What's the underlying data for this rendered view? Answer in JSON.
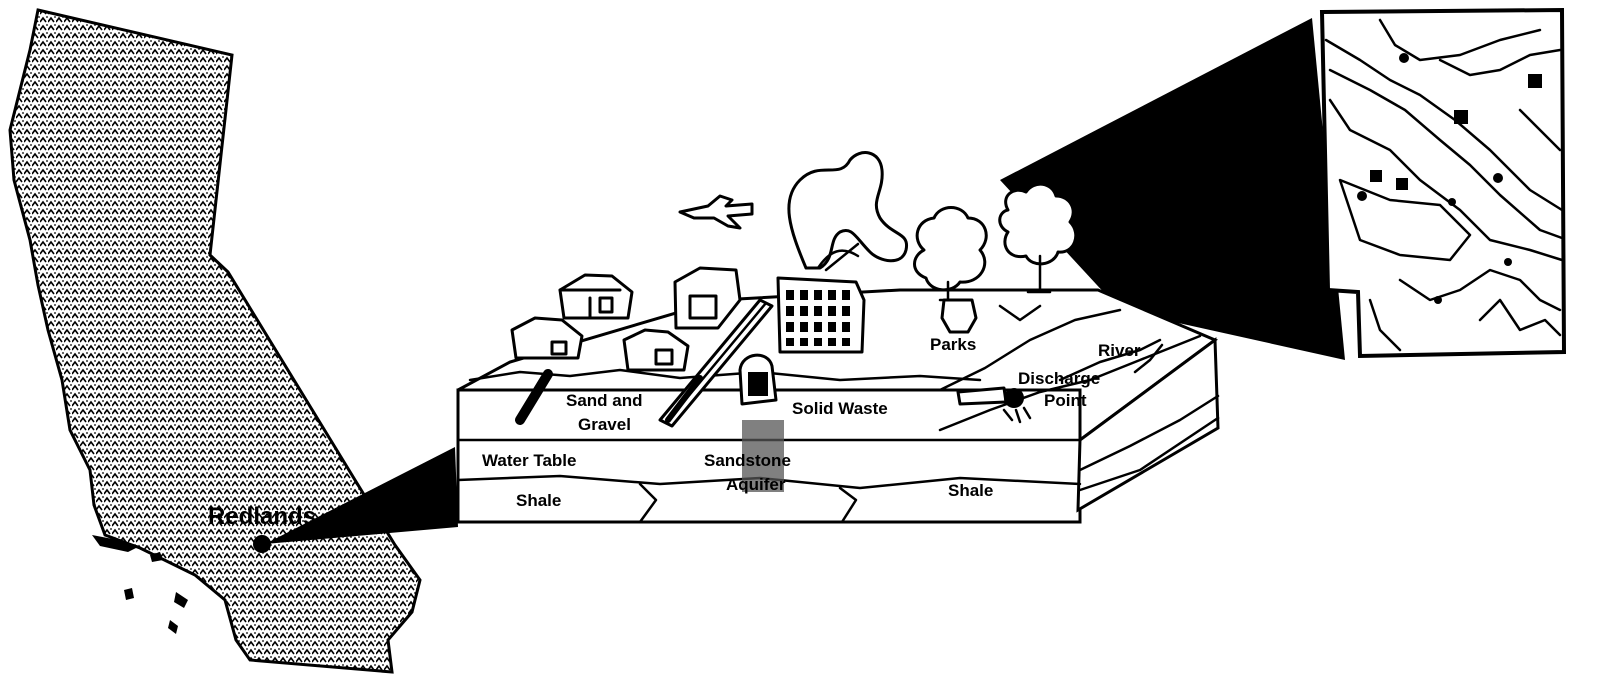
{
  "labels": {
    "location": "Redlands",
    "sand_gravel_line1": "Sand and",
    "sand_gravel_line2": "Gravel",
    "solid_waste": "Solid Waste",
    "water_table": "Water Table",
    "sandstone_line1": "Sandstone",
    "sandstone_line2": "Aquifer",
    "shale_left": "Shale",
    "shale_right": "Shale",
    "parks": "Parks",
    "river": "River",
    "discharge_line1": "Discharge",
    "discharge_line2": "Point"
  },
  "colors": {
    "ink": "#000000",
    "paper": "#ffffff",
    "state_fill": "#8a8a8a"
  }
}
